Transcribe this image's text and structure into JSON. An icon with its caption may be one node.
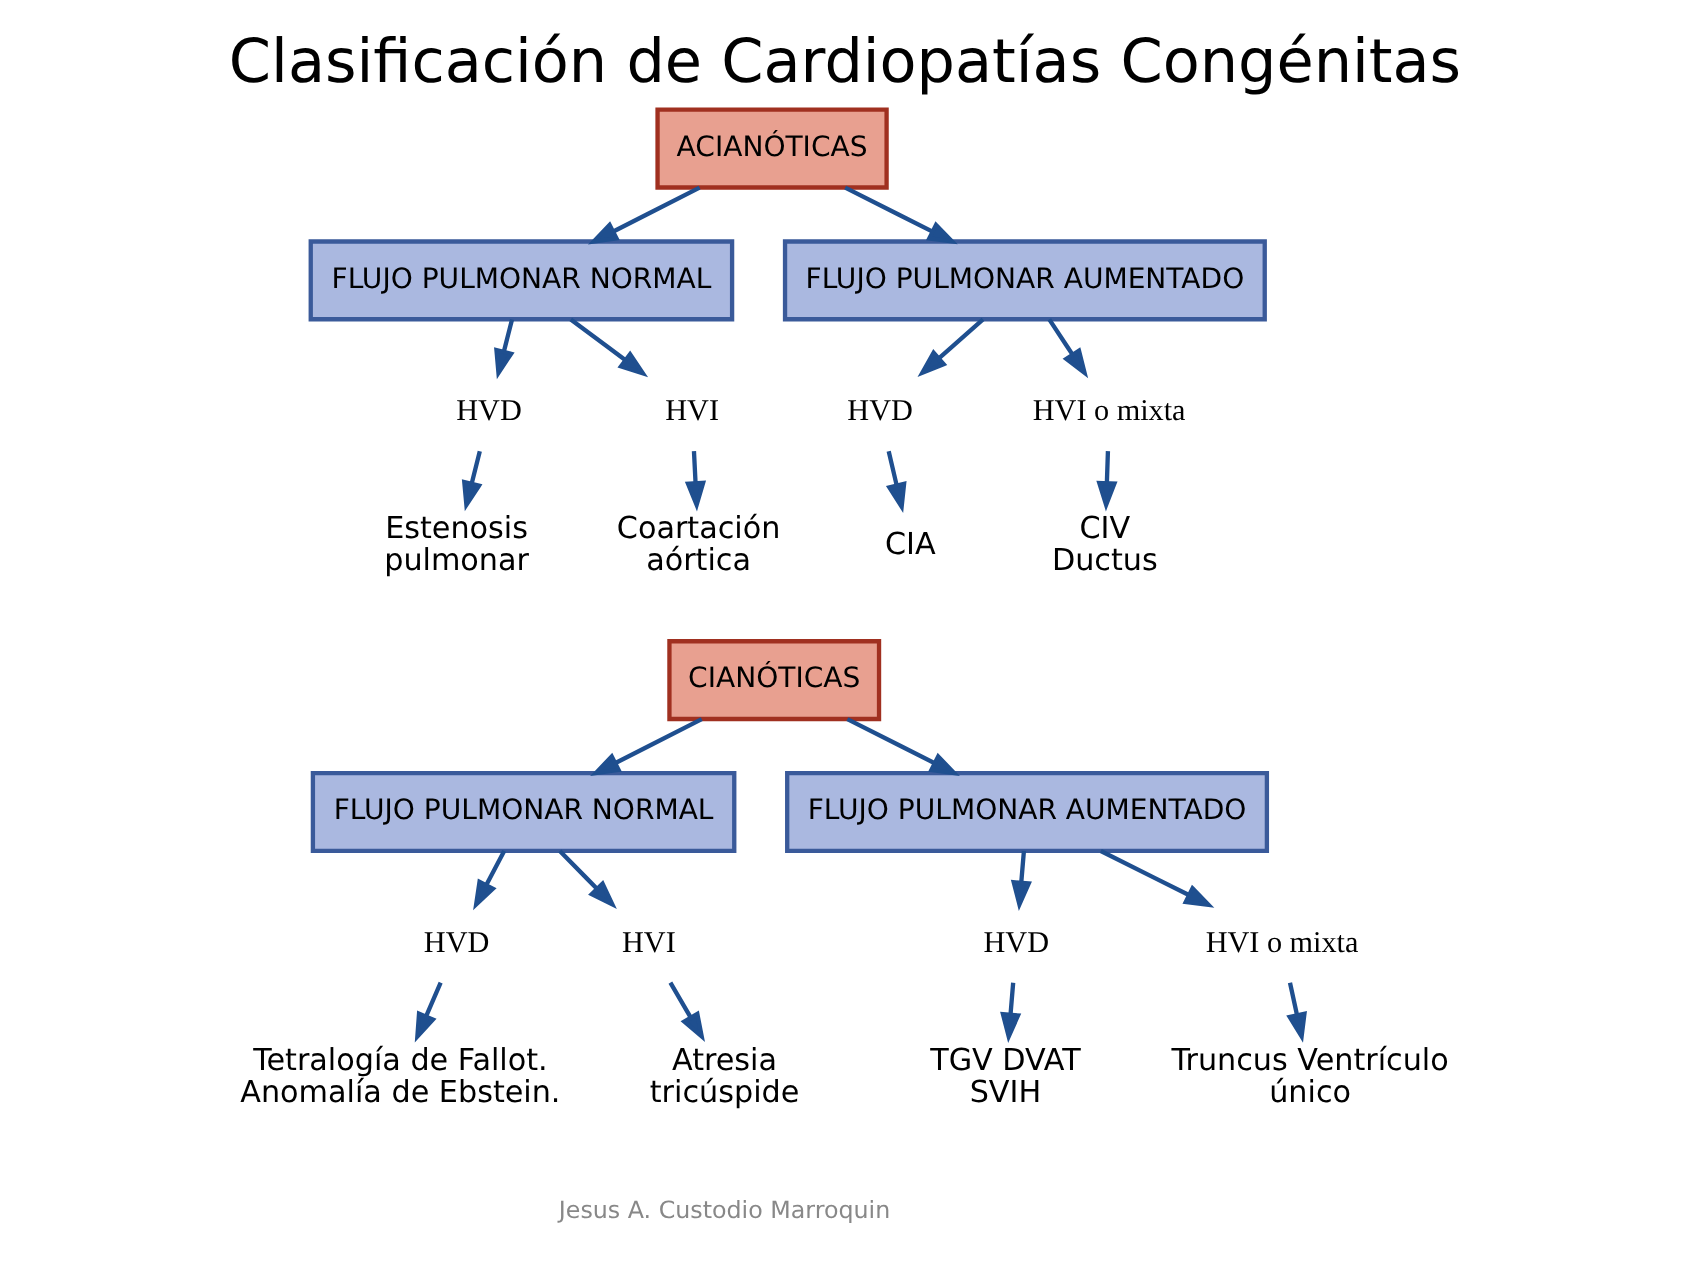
{
  "diagram": {
    "title": "Clasificación de Cardiopatías Congénitas",
    "nodes": [
      {
        "text": [
          "ACIANÓTICAS"
        ]
      },
      {
        "text": [
          "FLUJO PULMONAR NORMAL"
        ]
      },
      {
        "text": [
          "FLUJO PULMONAR AUMENTADO"
        ]
      },
      {
        "text": [
          "HVD"
        ]
      },
      {
        "text": [
          "HVI"
        ]
      },
      {
        "text": [
          "HVD"
        ]
      },
      {
        "text": [
          "HVI o mixta"
        ]
      },
      {
        "text": [
          "Estenosis pulmonar"
        ]
      },
      {
        "text": [
          "Coartación aórtica"
        ]
      },
      {
        "text": [
          "CIA"
        ]
      },
      {
        "text": [
          "CIV Ductus"
        ]
      },
      {
        "text": [
          "CIANÓTICAS"
        ]
      },
      {
        "text": [
          "FLUJO PULMONAR NORMAL"
        ]
      },
      {
        "text": [
          "FLUJO PULMONAR AUMENTADO"
        ]
      },
      {
        "text": [
          "HVD"
        ]
      },
      {
        "text": [
          "HVI"
        ]
      },
      {
        "text": [
          "HVD"
        ]
      },
      {
        "text": [
          "HVI o mixta"
        ]
      },
      {
        "text": [
          "Tetralogía de Fallot. Anomalía de Ebstein."
        ]
      },
      {
        "text": [
          "Atresia tricúspide"
        ]
      },
      {
        "text": [
          "TGV DVAT SVIH"
        ]
      },
      {
        "text": [
          "Truncus Ventrículo único"
        ]
      }
    ],
    "edges": [
      {
        "from": 0,
        "to": 1,
        "arrow": "to"
      },
      {
        "from": 0,
        "to": 2,
        "arrow": "to"
      },
      {
        "from": 1,
        "to": 3,
        "arrow": "to"
      },
      {
        "from": 1,
        "to": 4,
        "arrow": "to"
      },
      {
        "from": 2,
        "to": 5,
        "arrow": "to"
      },
      {
        "from": 2,
        "to": 6,
        "arrow": "to"
      },
      {
        "from": 3,
        "to": 7,
        "arrow": "to"
      },
      {
        "from": 4,
        "to": 8,
        "arrow": "to"
      },
      {
        "from": 5,
        "to": 9,
        "arrow": "to"
      },
      {
        "from": 6,
        "to": 10,
        "arrow": "to"
      },
      {
        "from": 11,
        "to": 12,
        "arrow": "to"
      },
      {
        "from": 11,
        "to": 13,
        "arrow": "to"
      },
      {
        "from": 12,
        "to": 14,
        "arrow": "to"
      },
      {
        "from": 12,
        "to": 15,
        "arrow": "to"
      },
      {
        "from": 13,
        "to": 16,
        "arrow": "to"
      },
      {
        "from": 13,
        "to": 17,
        "arrow": "to"
      },
      {
        "from": 14,
        "to": 18,
        "arrow": "to"
      },
      {
        "from": 15,
        "to": 19,
        "arrow": "to"
      },
      {
        "from": 16,
        "to": 20,
        "arrow": "to"
      },
      {
        "from": 17,
        "to": 21,
        "arrow": "to"
      }
    ],
    "labels": [
      "Jesus A. Custodio Marroquin"
    ]
  }
}
